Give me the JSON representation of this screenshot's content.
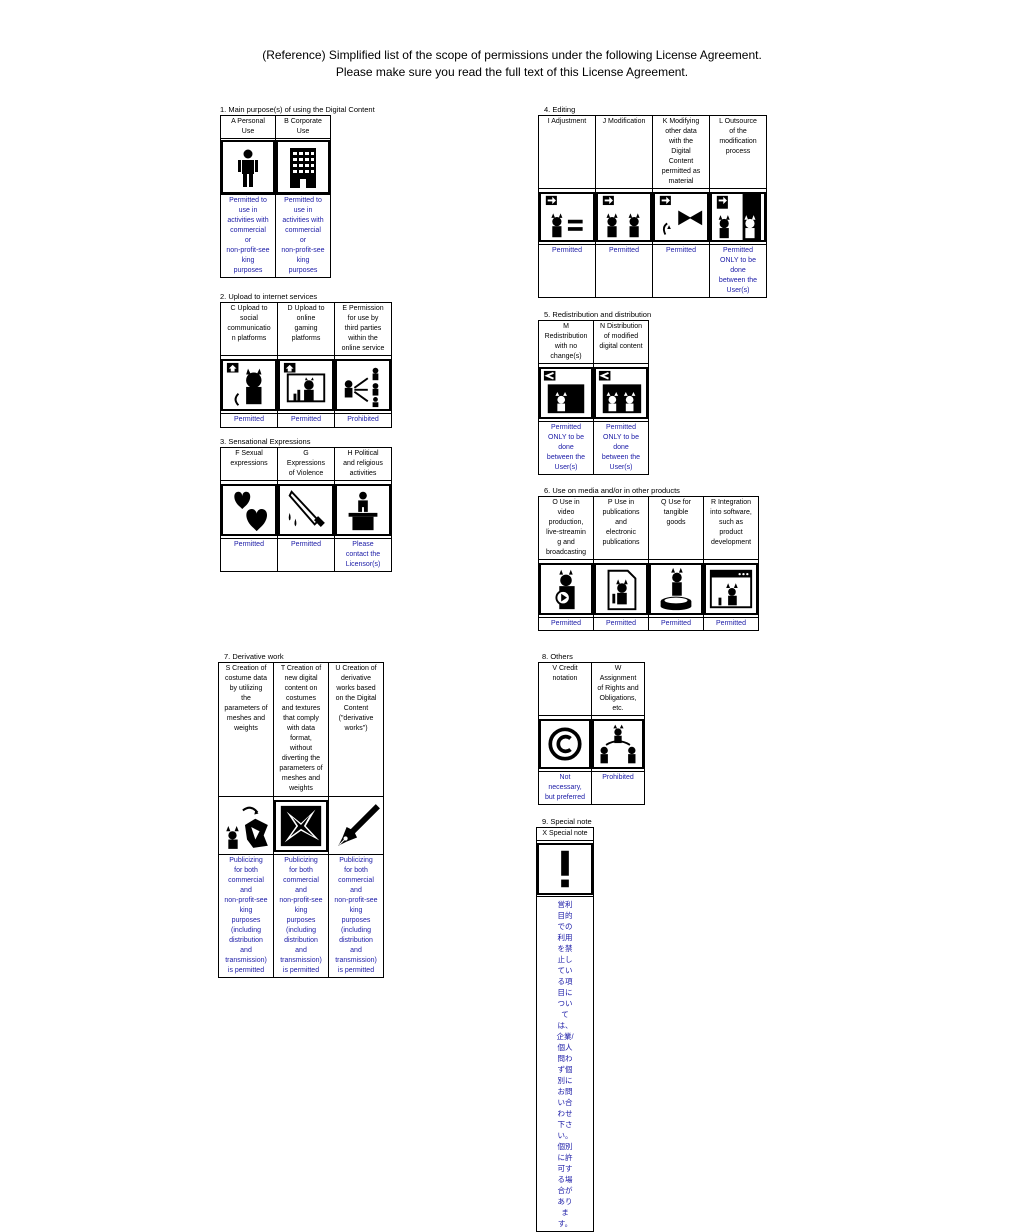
{
  "header": {
    "line1": "(Reference) Simplified list of the scope of permissions under the following License Agreement.",
    "line2": "Please make sure you read the full text of this License Agreement."
  },
  "s1": {
    "title": "1. Main purpose(s) of using the Digital Content",
    "cols": [
      {
        "label": "A Personal\nUse",
        "icon": "person-icon",
        "status": "Permitted to\nuse in\nactivities with\ncommercial\nor\nnon-profit-see\nking\npurposes"
      },
      {
        "label": "B  Corporate\nUse",
        "icon": "building-icon",
        "status": "Permitted to\nuse in\nactivities with\ncommercial\nor\nnon-profit-see\nking\npurposes"
      }
    ]
  },
  "s2": {
    "title": "2. Upload to internet services",
    "cols": [
      {
        "label": "C Upload to\nsocial\ncommunicatio\nn platforms",
        "icon": "social-upload-icon",
        "status": "Permitted"
      },
      {
        "label": "D Upload to\nonline\ngaming\nplatforms",
        "icon": "game-upload-icon",
        "status": "Permitted"
      },
      {
        "label": "E Permission\nfor use by\nthird parties\nwithin the\nonline service",
        "icon": "share-network-icon",
        "status": "Prohibited"
      }
    ]
  },
  "s3": {
    "title": "3. Sensational Expressions",
    "cols": [
      {
        "label": "F Sexual\nexpressions",
        "icon": "hearts-icon",
        "status": "Permitted"
      },
      {
        "label": "G\nExpressions\nof Violence",
        "icon": "knife-icon",
        "status": "Permitted"
      },
      {
        "label": "H Political\nand religious\nactivities",
        "icon": "podium-icon",
        "status": "Please\ncontact the\nLicensor(s)"
      }
    ]
  },
  "s4": {
    "title": "4. Editing",
    "cols": [
      {
        "label": "I Adjustment",
        "icon": "adjust-icon",
        "status": "Permitted"
      },
      {
        "label": "J Modification",
        "icon": "modify-icon",
        "status": "Permitted"
      },
      {
        "label": "K Modifying\nother data\nwith the\nDigital\nContent\npermitted as\nmaterial",
        "icon": "combine-icon",
        "status": "Permitted"
      },
      {
        "label": "L Outsource\nof the\nmodification\nprocess",
        "icon": "outsource-icon",
        "status": "Permitted\nONLY to be\ndone\nbetween the\nUser(s)"
      }
    ]
  },
  "s5": {
    "title": "5. Redistribution and distribution",
    "cols": [
      {
        "label": "M\nRedistribution\nwith no\nchange(s)",
        "icon": "redistribute-icon",
        "status": "Permitted\nONLY to be\ndone\nbetween the\nUser(s)"
      },
      {
        "label": "N Distribution\nof modified\ndigital content",
        "icon": "distribute-modified-icon",
        "status": "Permitted\nONLY to be\ndone\nbetween the\nUser(s)"
      }
    ]
  },
  "s6": {
    "title": "6. Use on media and/or in other products",
    "cols": [
      {
        "label": "O Use in\nvideo\nproduction,\nlive-streamin\ng and\nbroadcasting",
        "icon": "video-icon",
        "status": "Permitted"
      },
      {
        "label": "P Use in\npublications\nand\nelectronic\npublications",
        "icon": "publication-icon",
        "status": "Permitted"
      },
      {
        "label": "Q Use for\ntangible\ngoods",
        "icon": "figure-goods-icon",
        "status": "Permitted"
      },
      {
        "label": "R Integration\ninto software,\nsuch as\nproduct\ndevelopment",
        "icon": "software-window-icon",
        "status": "Permitted"
      }
    ]
  },
  "s7": {
    "title": "7. Derivative work",
    "cols": [
      {
        "label": "S Creation of\ncostume data\nby utilizing\nthe\nparameters of\nmeshes and\nweights",
        "icon": "costume-icon",
        "status": "Publicizing\nfor both\ncommercial\nand\nnon-profit-see\nking\npurposes\n(including\ndistribution\nand\ntransmission)\nis permitted"
      },
      {
        "label": "T Creation of\nnew digital\ncontent on\ncostumes\nand textures\nthat comply\nwith data\nformat,\nwithout\ndiverting the\nparameters of\nmeshes and\nweights",
        "icon": "texture-icon",
        "status": "Publicizing\nfor both\ncommercial\nand\nnon-profit-see\nking\npurposes\n(including\ndistribution\nand\ntransmission)\nis permitted"
      },
      {
        "label": "U Creation of\nderivative\nworks based\non the Digital\nContent\n(\"derivative\nworks\")",
        "icon": "pen-nib-icon",
        "status": "Publicizing\nfor both\ncommercial\nand\nnon-profit-see\nking\npurposes\n(including\ndistribution\nand\ntransmission)\nis permitted"
      }
    ]
  },
  "s8": {
    "title": "8. Others",
    "cols": [
      {
        "label": "V Credit\nnotation",
        "icon": "copyright-icon",
        "status": "Not\nnecessary,\nbut preferred"
      },
      {
        "label": "W\nAssignment\nof Rights and\nObligations,\netc.",
        "icon": "assignment-icon",
        "status": "Prohibited"
      }
    ]
  },
  "s9": {
    "title": "9. Special note",
    "label": "X Special note",
    "icon": "exclamation-icon",
    "text": "営利目的での利用を禁止している項目については、企業/個人問わず個別にお問い合わせ下さい。個別に許可する場合がありま\nす。"
  }
}
